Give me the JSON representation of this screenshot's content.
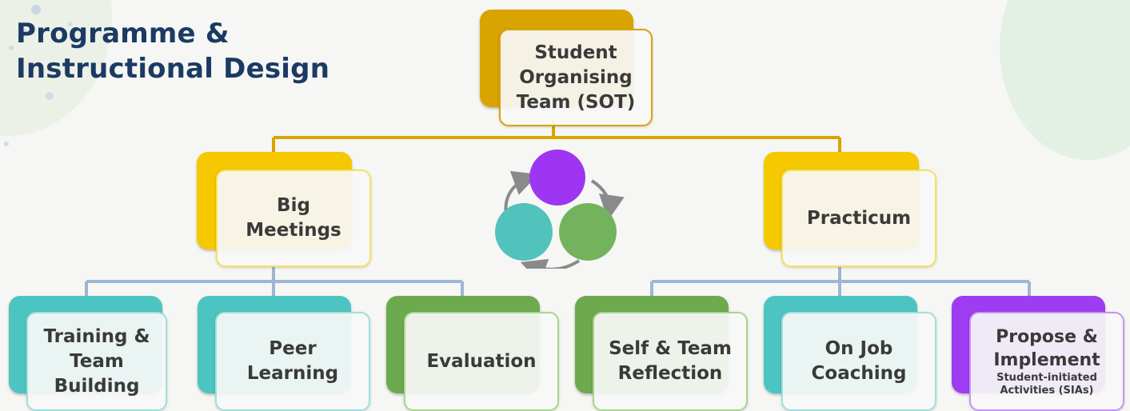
{
  "title": "Programme &\nInstructional Design",
  "colors": {
    "gold": "#d9a300",
    "yellow": "#f5c800",
    "teal": "#4cc5c2",
    "green": "#6daa4f",
    "purple": "#9d3cf0",
    "connector_gold": "#d9a300",
    "connector_blue": "#9eb6d3",
    "title": "#1c3a63"
  },
  "nodes": {
    "sot": {
      "label": "Student\nOrganising\nTeam (SOT)"
    },
    "big_meetings": {
      "label": "Big\nMeetings"
    },
    "practicum": {
      "label": "Practicum"
    },
    "training": {
      "label": "Training &\nTeam\nBuilding"
    },
    "peer": {
      "label": "Peer\nLearning"
    },
    "evaluation": {
      "label": "Evaluation"
    },
    "self_team": {
      "label": "Self & Team\nReflection"
    },
    "coaching": {
      "label": "On Job\nCoaching"
    },
    "propose": {
      "label": "Propose &\nImplement",
      "sublabel": "Student-initiated\nActivities (SIAs)"
    }
  },
  "cycle_icon": {
    "icon": "three-circle-cycle-icon",
    "colors": [
      "#9d35f2",
      "#52c2bd",
      "#74b35e"
    ]
  }
}
